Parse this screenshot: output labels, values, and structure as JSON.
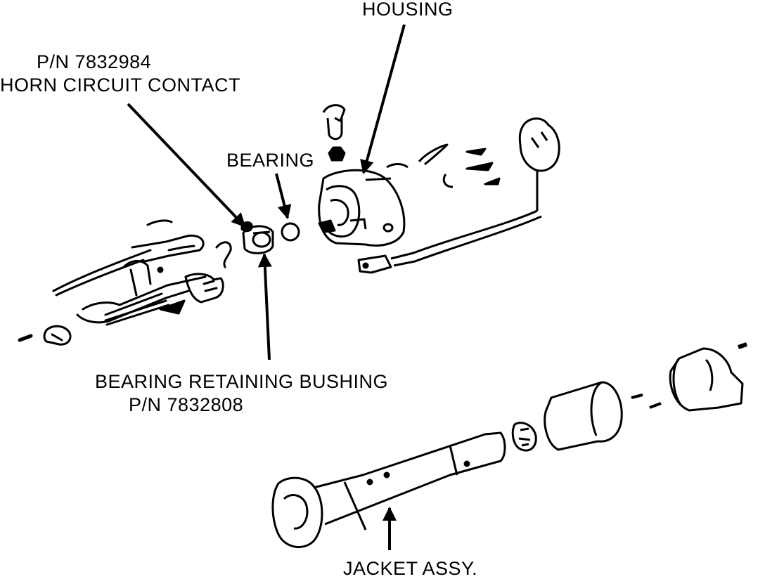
{
  "labels": {
    "housing": "HOUSING",
    "horn_pn": "P/N 7832984",
    "horn_name": "HORN CIRCUIT CONTACT",
    "bearing": "BEARING",
    "bushing_name": "BEARING RETAINING BUSHING",
    "bushing_pn": "P/N 7832808",
    "jacket": "JACKET ASSY."
  },
  "colors": {
    "ink": "#000000",
    "paper": "#ffffff"
  }
}
